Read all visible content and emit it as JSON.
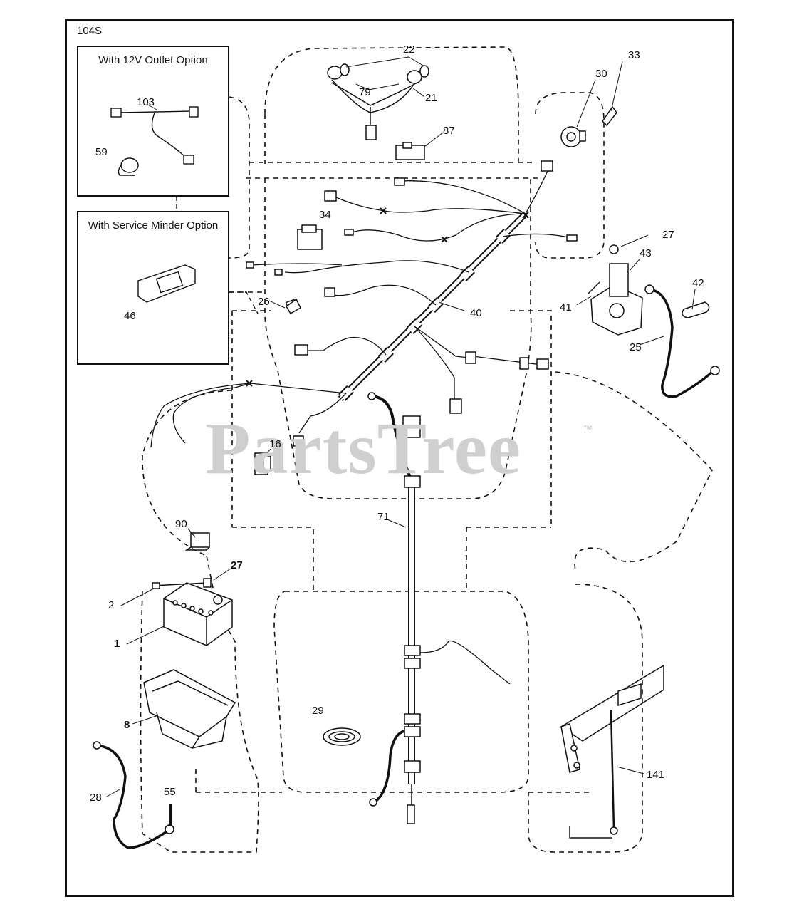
{
  "diagram_id": "104S",
  "watermark": {
    "text": "PartsTree",
    "trademark": "™"
  },
  "option_boxes": [
    {
      "title": "With 12V Outlet Option"
    },
    {
      "title": "With Service Minder Option"
    }
  ],
  "callouts": {
    "p22": "22",
    "p79": "79",
    "p21": "21",
    "p87": "87",
    "p30": "30",
    "p33": "33",
    "p103": "103",
    "p59": "59",
    "p46": "46",
    "p34": "34",
    "p27a": "27",
    "p43": "43",
    "p42": "42",
    "p41": "41",
    "p25": "25",
    "p26": "26",
    "p40": "40",
    "p16": "16",
    "p71": "71",
    "p90": "90",
    "p27b": "27",
    "p2": "2",
    "p1": "1",
    "p8": "8",
    "p29": "29",
    "p28": "28",
    "p55": "55",
    "p141": "141"
  }
}
